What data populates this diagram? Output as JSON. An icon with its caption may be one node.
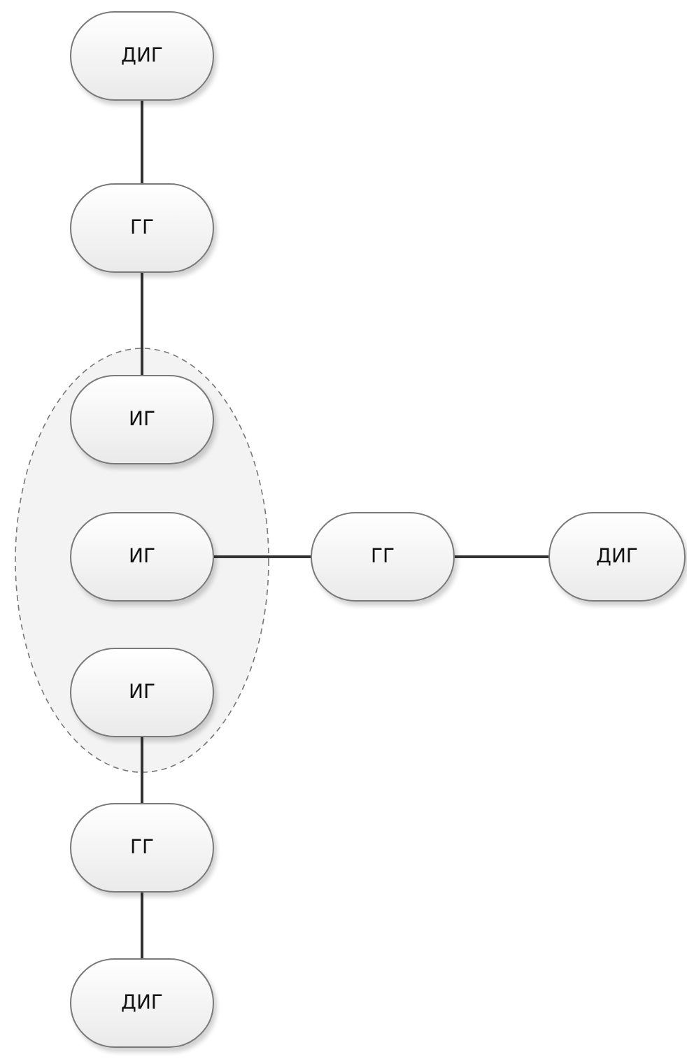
{
  "diagram": {
    "nodes": [
      {
        "text": [
          "ДИГ"
        ]
      },
      {
        "text": [
          "ГГ"
        ]
      },
      {
        "text": [],
        "shape": "ellipse"
      },
      {
        "text": [
          "ИГ"
        ],
        "in": 2
      },
      {
        "text": [
          "ИГ"
        ],
        "in": 2
      },
      {
        "text": [
          "ИГ"
        ],
        "in": 2
      },
      {
        "text": [
          "ГГ"
        ]
      },
      {
        "text": [
          "ДИГ"
        ]
      },
      {
        "text": [
          "ГГ"
        ]
      },
      {
        "text": [
          "ДИГ"
        ]
      }
    ],
    "edges": [
      {
        "from": 0,
        "to": 1,
        "arrow": "none"
      },
      {
        "from": 1,
        "to": 3,
        "arrow": "none"
      },
      {
        "from": 4,
        "to": 6,
        "arrow": "none"
      },
      {
        "from": 6,
        "to": 7,
        "arrow": "none"
      },
      {
        "from": 5,
        "to": 8,
        "arrow": "none"
      },
      {
        "from": 8,
        "to": 9,
        "arrow": "none"
      }
    ]
  }
}
